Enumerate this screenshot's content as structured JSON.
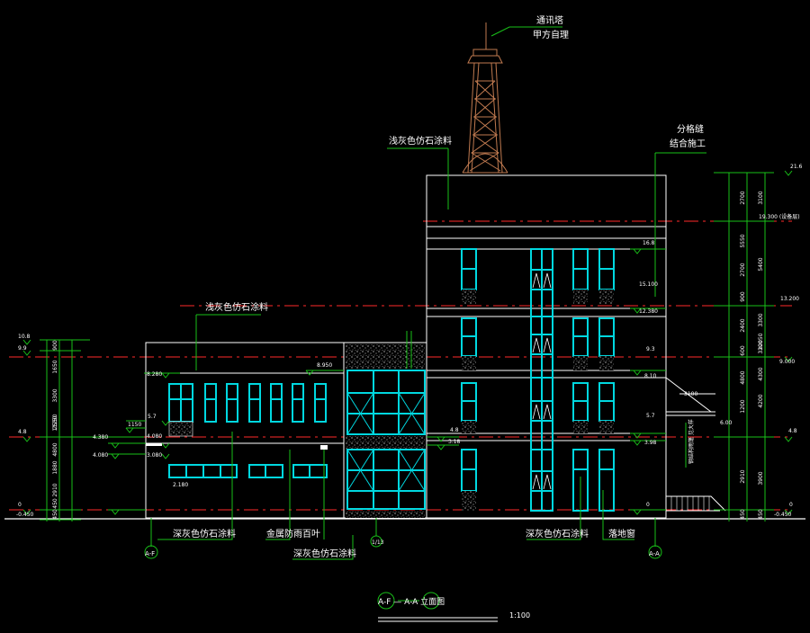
{
  "title": "A-F — A-A 立面图",
  "scale": "1:100",
  "axes": {
    "left": "A-F",
    "right": "A-A",
    "mid": "1/13"
  },
  "tower": {
    "label1": "通讯塔",
    "label2": "甲方自理"
  },
  "callouts": {
    "light_stone_top": "浅灰色仿石涂料",
    "light_stone_left": "浅灰色仿石涂料",
    "split_line1": "分格缝",
    "split_line2": "结合施工",
    "dark_stone_left": "深灰色仿石涂料",
    "metal_louver": "金属防雨百叶",
    "dark_stone_mid": "深灰色仿石涂料",
    "dark_stone_right": "深灰色仿石涂料",
    "floor_window": "落地窗",
    "canopy_note": "钢结构雨篷 见大样"
  },
  "levels": {
    "l_21_6": "21.6",
    "l_19_3": "19.300 (设备层)",
    "l_16_8": "16.8",
    "l_15_1": "15.100",
    "l_13_2": "13.200",
    "l_12_8": "12.380",
    "l_10_8": "10.8",
    "l_9_9": "9.9",
    "l_9_0": "9.000",
    "l_9_3": "9.3",
    "l_8_95": "8.950",
    "l_8_1": "8.10",
    "l_8_28": "8.280",
    "l_5_7a": "5.7",
    "l_5_7b": "5.7",
    "l_4_8a": "4.8",
    "l_4_8b": "4.8",
    "l_4_8c": "4.8",
    "l_4_38": "4.380",
    "l_4_08a": "4.080",
    "l_4_08b": "4.080",
    "l_3_08": "3.080",
    "l_3_18": "3.18",
    "l_3_98": "3.98",
    "l_2_18": "2.180",
    "l_6_0": "6.00",
    "l_0a": "0",
    "l_0b": "0",
    "l_0c": "0",
    "l_m045a": "-0.450",
    "l_m045b": "-0.450",
    "d_1150": "1150",
    "d_3100": "3100"
  },
  "dims_left": [
    "900",
    "1650",
    "3300",
    "2550",
    "4800",
    "1880",
    "2910",
    "450",
    "11250",
    "450"
  ],
  "dims_right_a": [
    "2700",
    "5550",
    "2700",
    "900",
    "2400",
    "600",
    "4800",
    "1200",
    "2910",
    "450"
  ],
  "dims_right_b": [
    "3100",
    "5400",
    "3300",
    "3300",
    "4300",
    "4200",
    "3900",
    "450",
    "22050"
  ],
  "colors": {
    "cyan": "#00d8e0",
    "red": "#ff2a2a",
    "green": "#19c019",
    "white": "#ffffff",
    "tower": "#c07a50"
  }
}
